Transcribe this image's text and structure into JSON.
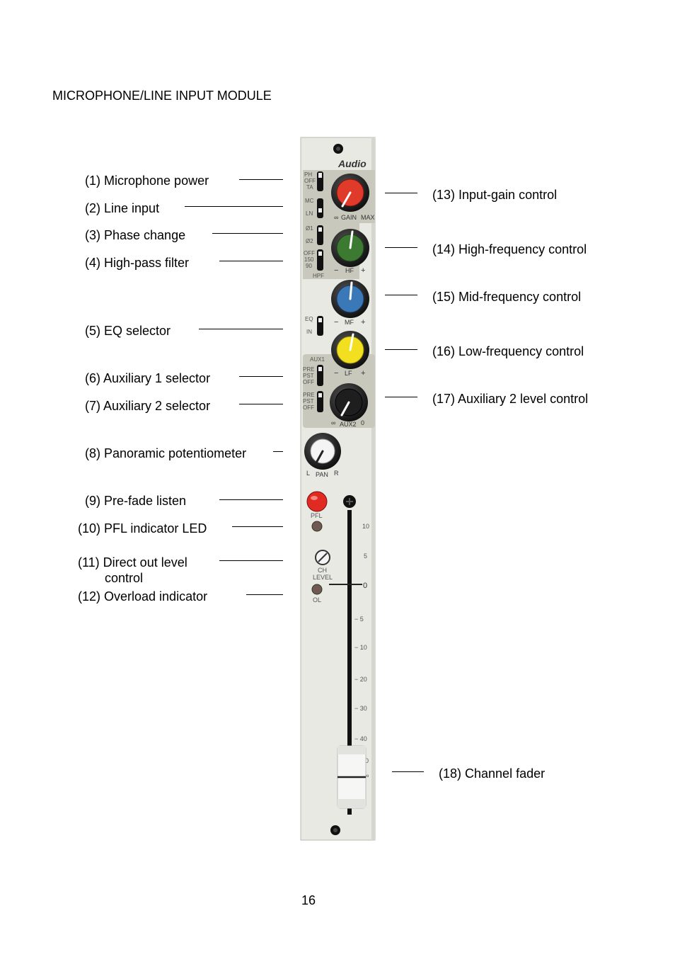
{
  "heading": "MICROPHONE/LINE INPUT MODULE",
  "page_number": "16",
  "left_callouts": [
    {
      "id": "microphone-power",
      "text": "(1) Microphone power"
    },
    {
      "id": "line-input",
      "text": "(2) Line input"
    },
    {
      "id": "phase-change",
      "text": "(3) Phase change"
    },
    {
      "id": "high-pass-filter",
      "text": "(4) High-pass filter"
    },
    {
      "id": "eq-selector",
      "text": "(5) EQ selector"
    },
    {
      "id": "auxiliary-1-selector",
      "text": "(6) Auxiliary 1 selector"
    },
    {
      "id": "auxiliary-2-selector",
      "text": "(7) Auxiliary 2 selector"
    },
    {
      "id": "panoramic-potentiometer",
      "text": "(8) Panoramic potentiometer"
    },
    {
      "id": "pre-fade-listen",
      "text": "(9) Pre-fade listen"
    },
    {
      "id": "pfl-indicator-led",
      "text": "(10) PFL indicator LED"
    },
    {
      "id": "direct-out-level-control",
      "text": "(11) Direct out level control"
    },
    {
      "id": "overload-indicator",
      "text": "(12) Overload indicator"
    }
  ],
  "right_callouts": [
    {
      "id": "input-gain-control",
      "text": "(13) Input-gain control"
    },
    {
      "id": "high-frequency-control",
      "text": "(14) High-frequency control"
    },
    {
      "id": "mid-frequency-control",
      "text": "(15) Mid-frequency control"
    },
    {
      "id": "low-frequency-control",
      "text": "(16) Low-frequency control"
    },
    {
      "id": "auxiliary-2-level-control",
      "text": "(17) Auxiliary 2 level control"
    },
    {
      "id": "channel-fader",
      "text": "(18) Channel fader"
    }
  ],
  "module": {
    "brand": "Audio",
    "switch_labels": {
      "ph_off_ta": [
        "PH",
        "OFF",
        "TA"
      ],
      "mc_ln": [
        "MC",
        "LN"
      ],
      "phase": [
        "Ø1",
        "Ø2"
      ],
      "hpf": [
        "OFF",
        "150",
        "90"
      ],
      "hpf_caption": "HPF",
      "eq": [
        "EQ",
        "IN"
      ],
      "aux1_header": "AUX1",
      "aux1": [
        "PRE",
        "PST",
        "OFF"
      ],
      "aux2": [
        "PRE",
        "PST",
        "OFF"
      ]
    },
    "knob_labels": {
      "gain": [
        "∞",
        "GAIN",
        "MAX"
      ],
      "hf": [
        "−",
        "HF",
        "+"
      ],
      "mf": [
        "−",
        "MF",
        "+"
      ],
      "lf": [
        "−",
        "LF",
        "+"
      ],
      "aux2": [
        "∞",
        "AUX2",
        "0"
      ],
      "pan": [
        "L",
        "PAN",
        "R"
      ]
    },
    "pfl_label": "PFL",
    "ch_level_label": [
      "CH",
      "LEVEL"
    ],
    "ol_label": "OL",
    "fader_scale": [
      "10",
      "5",
      "0",
      "− 5",
      "− 10",
      "− 20",
      "− 30",
      "− 40",
      "0",
      "∞"
    ],
    "colors": {
      "panel": "#e9e9e4",
      "section": "#c8c8bc",
      "gain_cap": "#e03a2a",
      "hf_cap": "#3c7a32",
      "mf_cap": "#3a78b8",
      "lf_cap": "#f2e020",
      "aux2_cap": "#1e1e1e",
      "pan_cap": "#f4f4f4",
      "pfl_button": "#e02a22"
    }
  }
}
